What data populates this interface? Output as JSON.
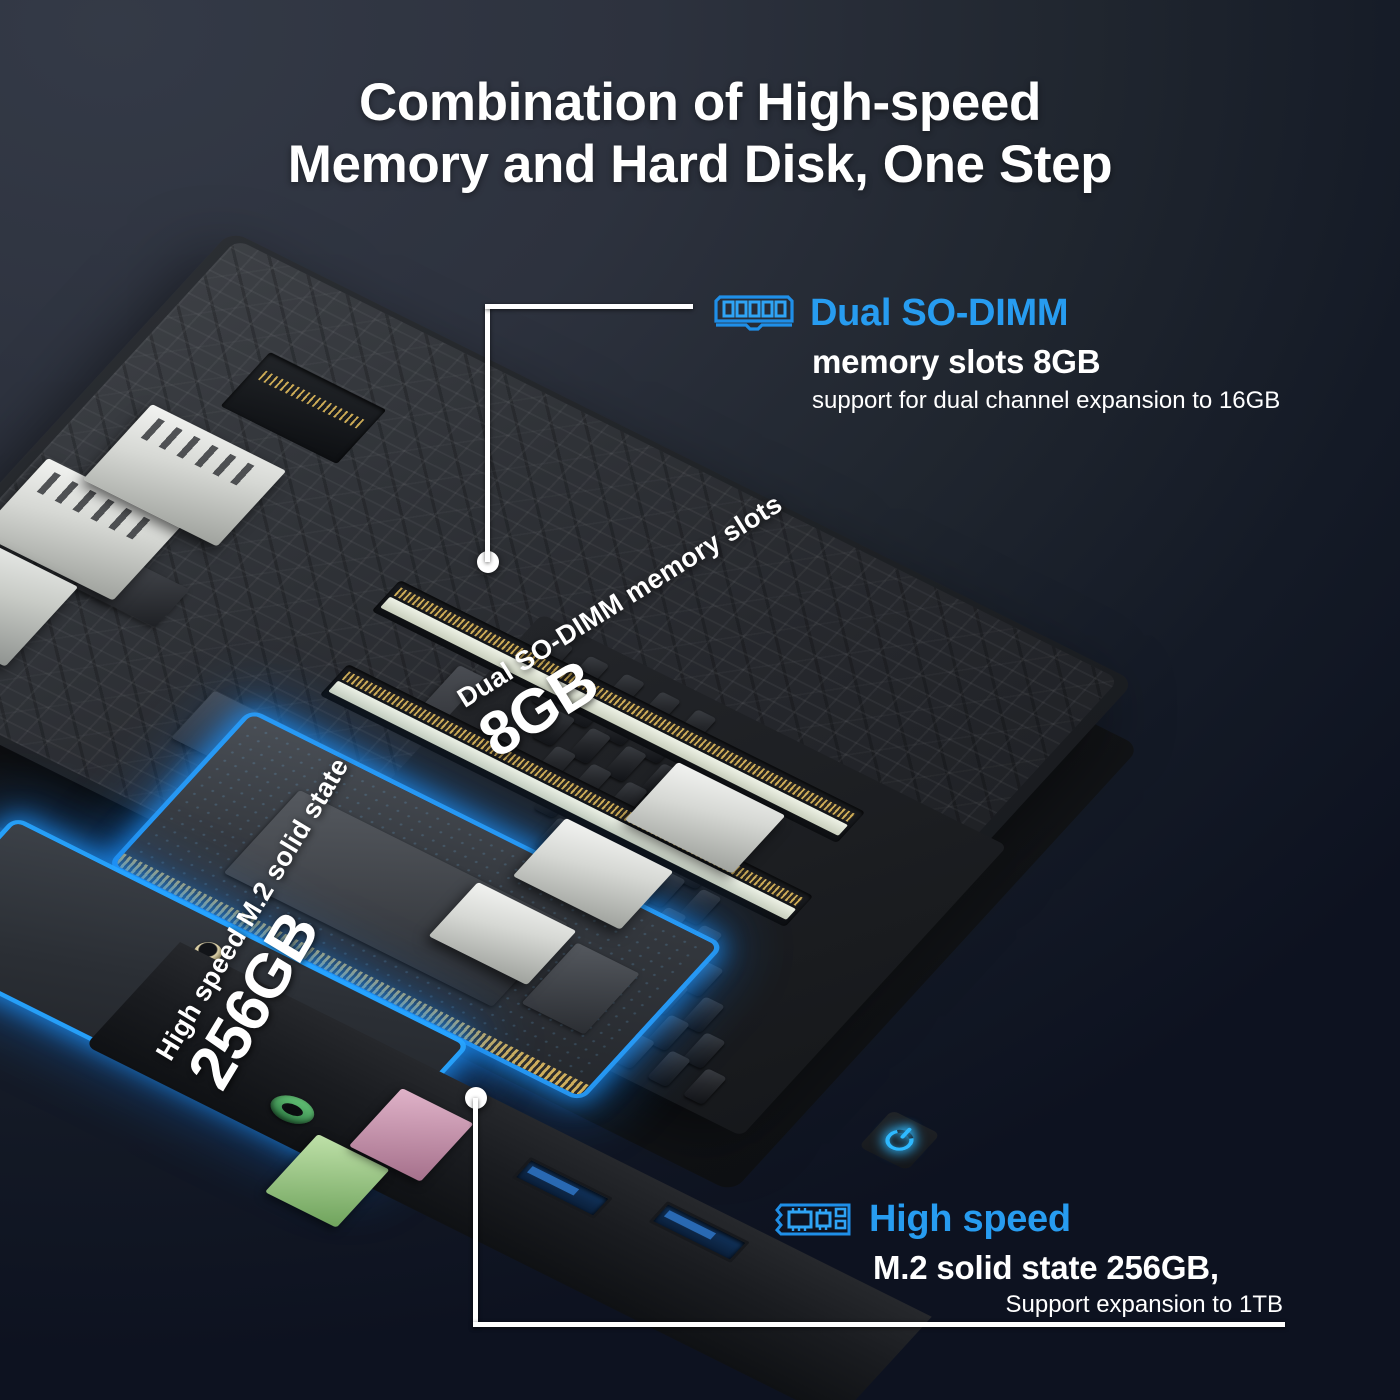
{
  "title": {
    "line1": "Combination of High-speed",
    "line2": "Memory and Hard Disk, One Step"
  },
  "colors": {
    "accent_blue": "#279cf0",
    "glow_blue": "#28a5ff",
    "text_white": "#ffffff",
    "bg_top": "#343a47",
    "bg_bottom": "#0d1220",
    "power_led": "#2fb9ff",
    "jack_green": "#64c477",
    "jack_pink": "#d38fae"
  },
  "callouts": [
    {
      "id": "memory",
      "icon": "ram-stick-icon",
      "accent_line": "Dual SO-DIMM",
      "line2": "memory slots 8GB",
      "line3": "support for dual channel expansion to 16GB"
    },
    {
      "id": "storage",
      "icon": "m2-ssd-icon",
      "accent_line": "High speed",
      "line2": "M.2 solid state 256GB,",
      "line3": "Support expansion to 1TB"
    }
  ],
  "part_labels": {
    "ram": {
      "caption": "Dual SO-DIMM memory slots",
      "capacity": "8GB"
    },
    "ssd": {
      "caption": "High speed M.2 solid state",
      "capacity": "256GB"
    }
  },
  "device": {
    "type": "mini-pc-interior",
    "power_button_icon": "power-icon",
    "ports": [
      "usb-a",
      "usb-a",
      "rj45-lan",
      "hdmi",
      "usb-3.0",
      "usb-3.0",
      "audio-out-green",
      "mic-in-pink"
    ]
  }
}
